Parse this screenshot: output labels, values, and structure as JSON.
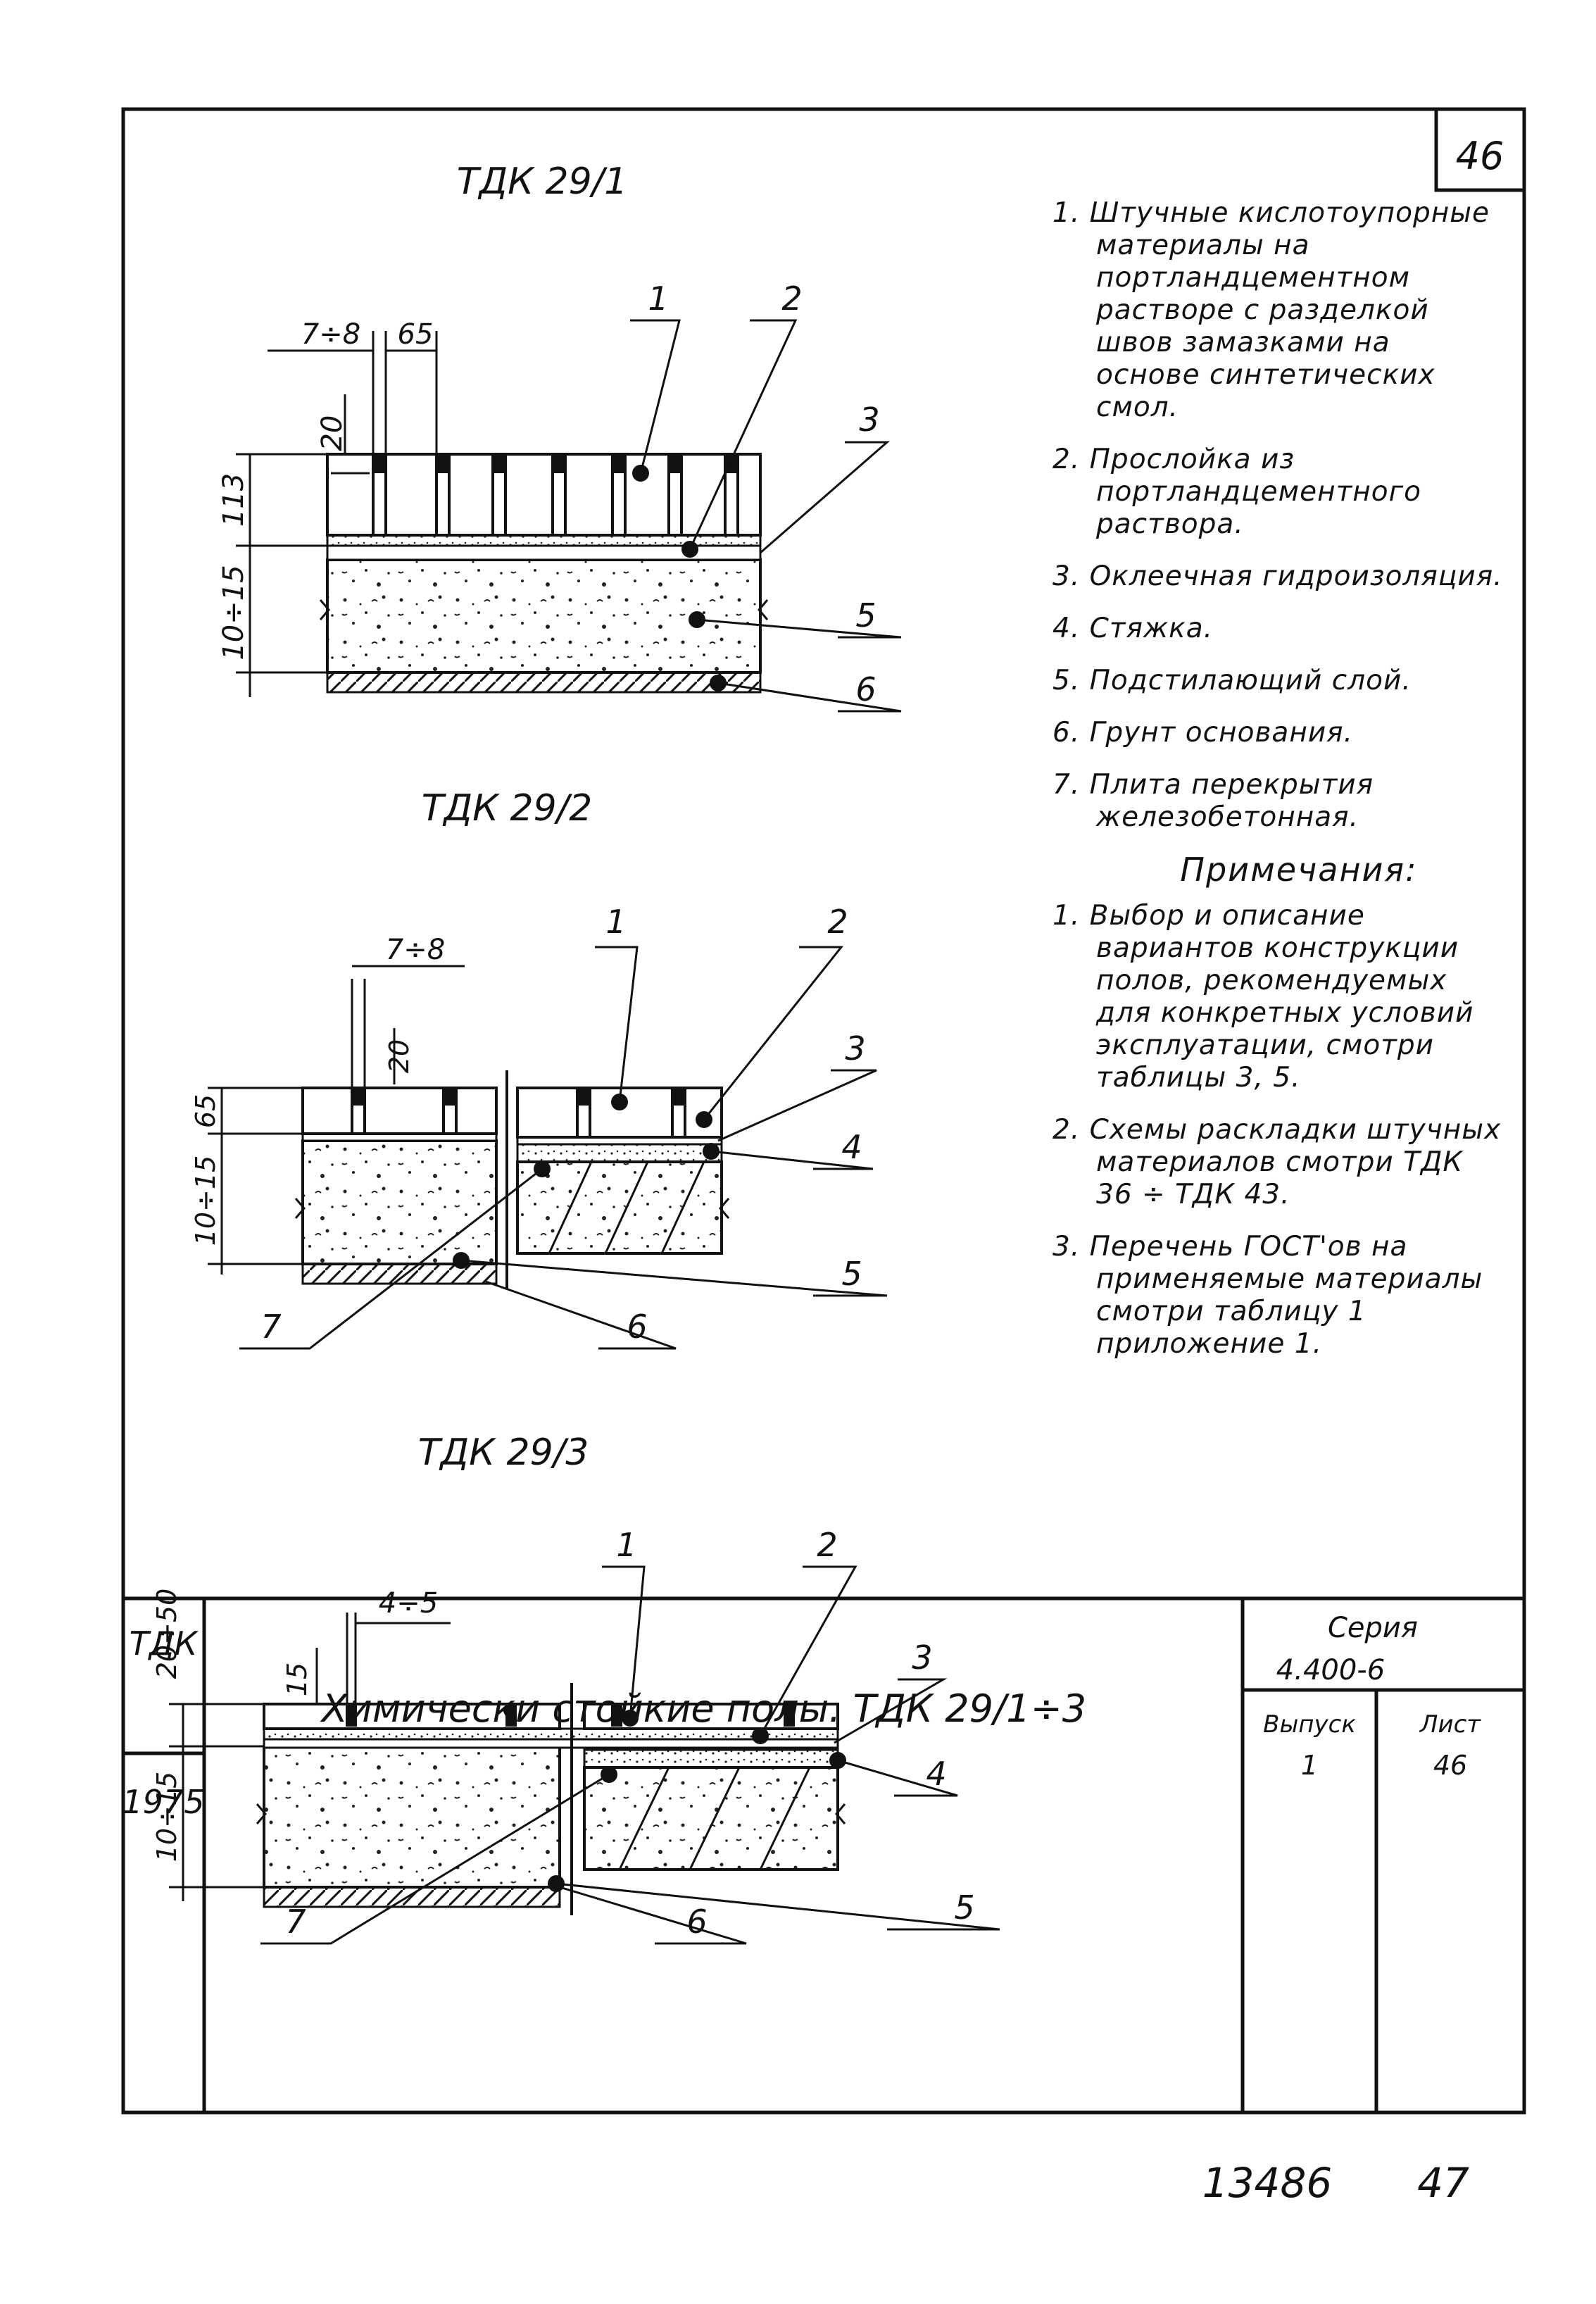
{
  "sheet_number_top": "46",
  "section_titles": [
    "ТДК 29/1",
    "ТДК 29/2",
    "ТДК 29/3"
  ],
  "dimensions": {
    "d1": {
      "joint": "7÷8",
      "gap": "65",
      "depth": "20",
      "tile": "113",
      "base": "10÷15"
    },
    "d2": {
      "joint": "7÷8",
      "depth": "20",
      "tile": "65",
      "base": "10÷15"
    },
    "d3": {
      "joint": "4÷5",
      "depth": "15",
      "tile": "20÷50",
      "base": "10÷15"
    }
  },
  "callouts": {
    "d1": [
      "1",
      "2",
      "3",
      "5",
      "6"
    ],
    "d2": [
      "1",
      "2",
      "3",
      "4",
      "5",
      "6",
      "7"
    ],
    "d3": [
      "1",
      "2",
      "3",
      "4",
      "5",
      "6",
      "7"
    ]
  },
  "legend": [
    "1. Штучные кислотоупорные материалы на портландцементном растворе с разделкой швов замазками на основе синтетических смол.",
    "2. Прослойка из портландцементного раствора.",
    "3. Оклеечная гидроизоляция.",
    "4. Стяжка.",
    "5. Подстилающий слой.",
    "6. Грунт основания.",
    "7. Плита перекрытия железобетонная."
  ],
  "notes_title": "Примечания:",
  "notes": [
    "1. Выбор и описание вариантов конструкции полов, рекомендуемых для конкретных условий эксплуатации, смотри таблицы 3, 5.",
    "2. Схемы раскладки штучных материалов смотри ТДК 36 ÷ ТДК 43.",
    "3. Перечень ГОСТ'ов на применяемые материалы смотри таблицу 1 приложение 1."
  ],
  "title_block": {
    "code": "ТДК",
    "year": "1975",
    "title": "Химически стойкие полы. ТДК 29/1÷3",
    "series_label": "Серия",
    "series": "4.400-6",
    "issue_label": "Выпуск",
    "issue": "1",
    "sheet_label": "Лист",
    "sheet": "46"
  },
  "footer": {
    "archive_number": "13486",
    "page": "47"
  }
}
